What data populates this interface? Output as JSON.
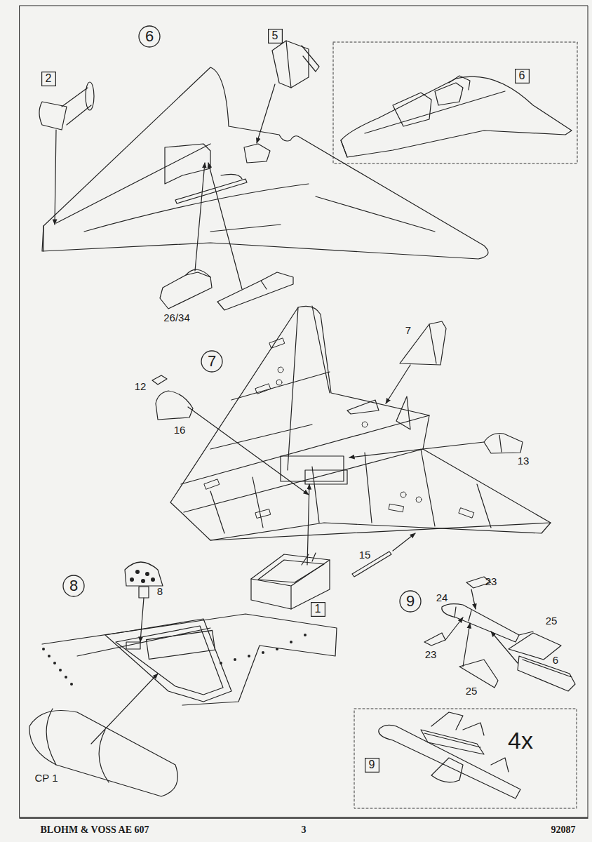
{
  "diagram": {
    "nodes": [
      {
        "text": [
          "6"
        ]
      },
      {
        "text": [
          "5"
        ]
      },
      {
        "text": [
          "2"
        ]
      },
      {
        "text": [
          "6"
        ]
      },
      {
        "text": [
          "7"
        ]
      },
      {
        "text": [
          "1"
        ]
      },
      {
        "text": [
          "8"
        ]
      },
      {
        "text": [
          "9"
        ]
      },
      {
        "text": [
          "9"
        ]
      }
    ],
    "labels": [
      "26/34",
      "12",
      "16",
      "7",
      "13",
      "15",
      "8",
      "CP 1",
      "23",
      "24",
      "25",
      "23",
      "6",
      "25",
      "4x",
      "BLOHM & VOSS AE 607",
      "3",
      "92087"
    ]
  }
}
